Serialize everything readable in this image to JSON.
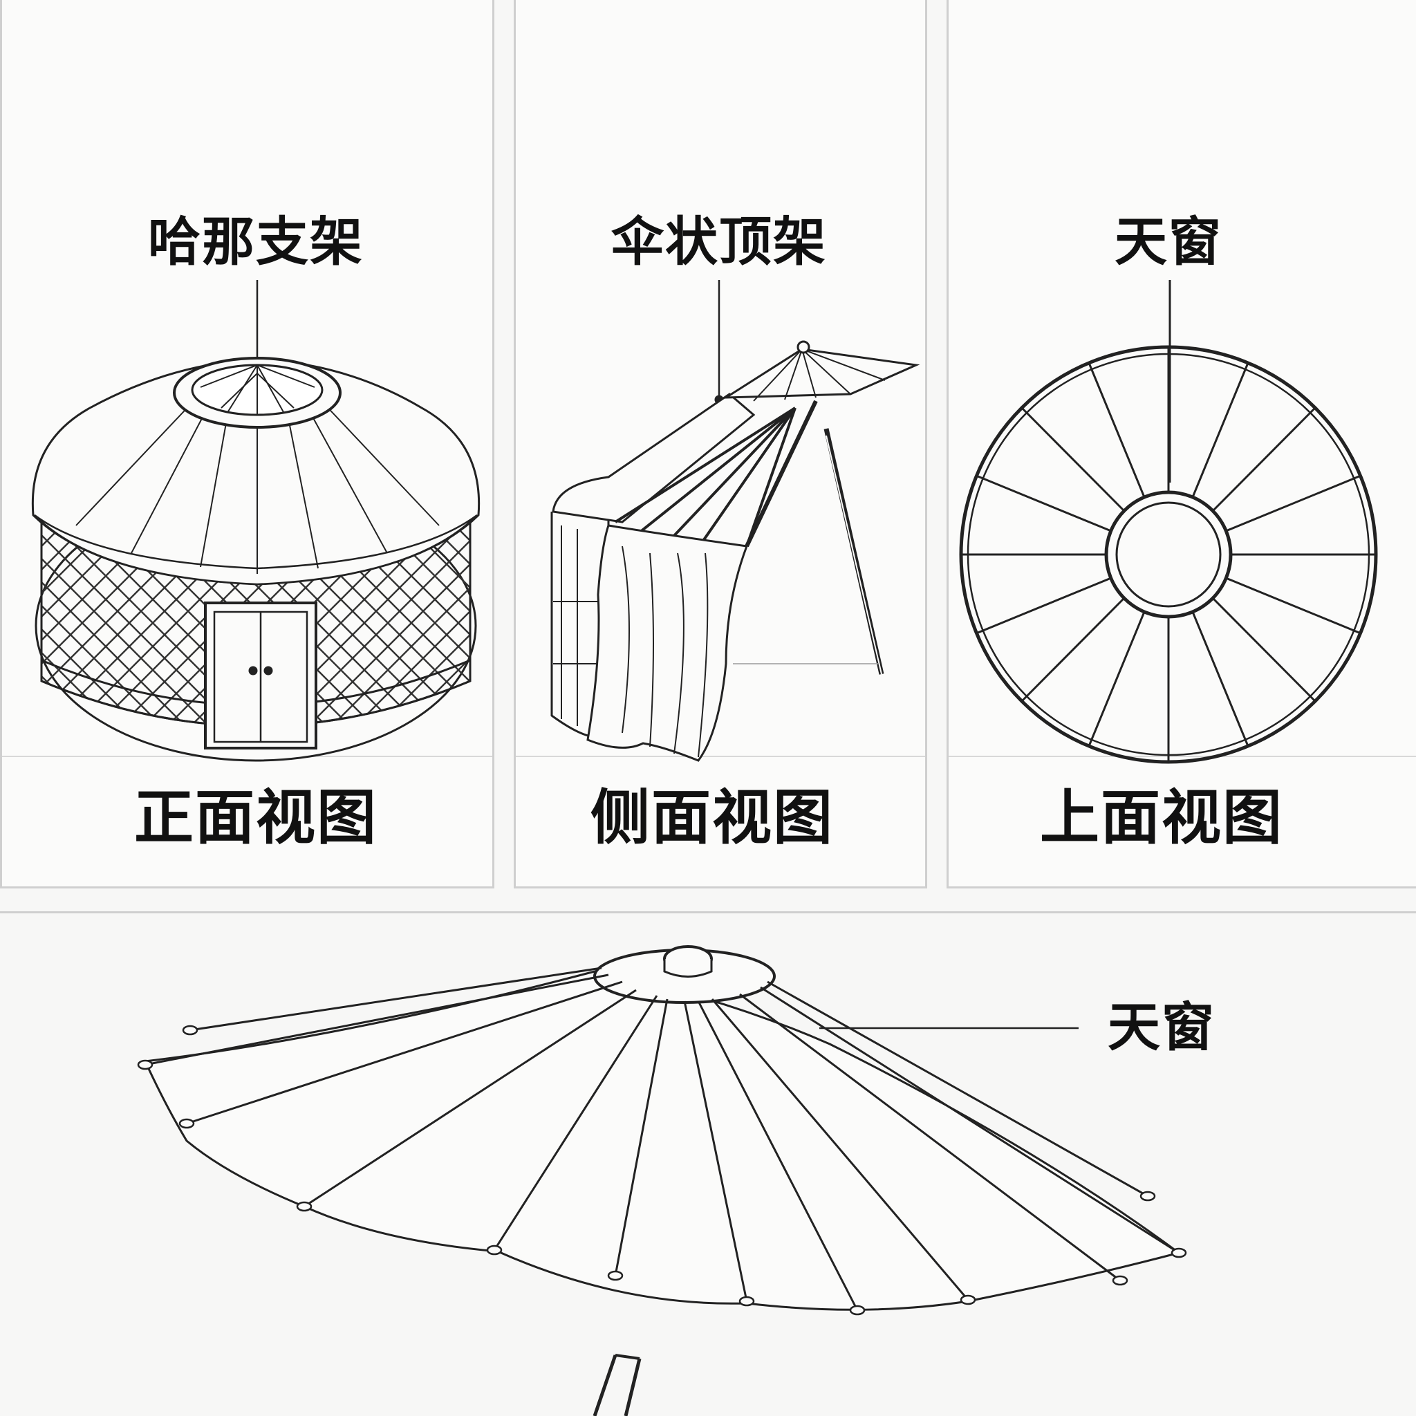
{
  "front": {
    "callout": "哈那支架",
    "view": "正面视图"
  },
  "side": {
    "callout": "伞状顶架",
    "view": "侧面视图"
  },
  "top": {
    "callout": "天窗",
    "view": "上面视图"
  },
  "umbrella": {
    "callout": "天窗"
  },
  "colors": {
    "line": "#222222",
    "frame": "#cfcfcf",
    "paper": "#fbfbfa"
  }
}
